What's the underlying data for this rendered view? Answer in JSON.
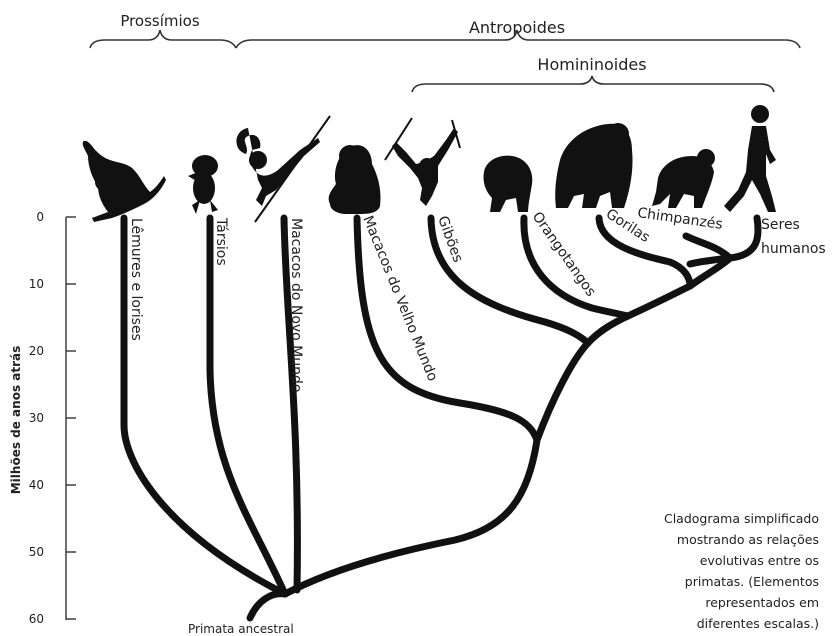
{
  "groups": {
    "prosimians": "Prossímios",
    "anthropoids": "Antropoides",
    "hominoids": "Homininoides"
  },
  "axis": {
    "label": "Milhões de anos atrás",
    "ticks": [
      "0",
      "10",
      "20",
      "30",
      "40",
      "50",
      "60"
    ]
  },
  "taxa": {
    "lemurs": "Lêmures e lorises",
    "tarsiers": "Társios",
    "new_world": "Macacos do Novo Mundo",
    "old_world": "Macacos do Velho Mundo",
    "gibbons": "Gibões",
    "orangutans": "Orangotangos",
    "gorillas": "Gorilas",
    "chimps": "Chimpanzés",
    "humans_line1": "Seres",
    "humans_line2": "humanos"
  },
  "root_label": "Primata ancestral",
  "caption": {
    "line1": "Cladograma simplificado",
    "line2": "mostrando as relações",
    "line3": "evolutivas entre os",
    "line4": "primatas. (Elementos",
    "line5": "representados em",
    "line6": "diferentes escalas.)"
  },
  "icons": [
    "lemur-icon",
    "tarsier-icon",
    "spider-monkey-icon",
    "baboon-icon",
    "gibbon-icon",
    "orangutan-icon",
    "gorilla-icon",
    "chimpanzee-icon",
    "human-icon"
  ]
}
